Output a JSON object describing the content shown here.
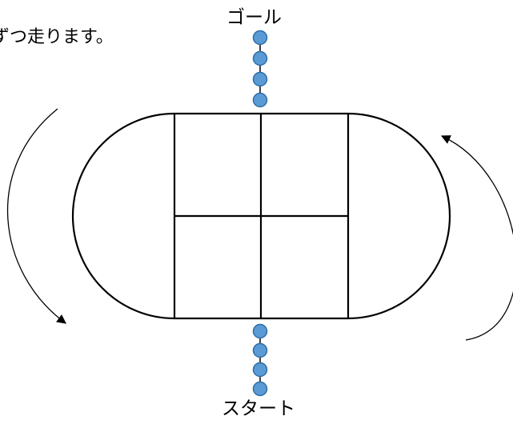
{
  "diagram": {
    "instruction_text": "ずつ走ります。",
    "goal_label": "ゴール",
    "start_label": "スタート",
    "colors": {
      "line": "#000000",
      "runner_fill": "#5b9bd5",
      "runner_stroke": "#2f6ea6",
      "background": "#ffffff"
    },
    "goal_runner_count": 4,
    "start_runner_count": 4,
    "direction": "counterclockwise"
  }
}
